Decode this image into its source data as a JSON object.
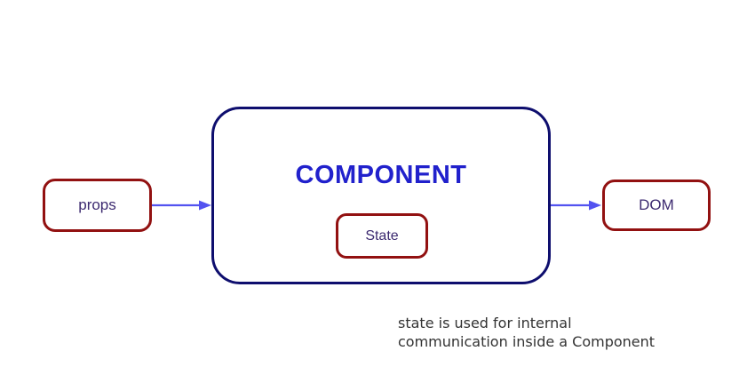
{
  "diagram": {
    "props": {
      "label": "props"
    },
    "component": {
      "title": "COMPONENT"
    },
    "state": {
      "label": "State"
    },
    "dom": {
      "label": "DOM"
    },
    "caption": {
      "line1": "state is used for internal",
      "line2": "communication inside a Component"
    }
  },
  "colors": {
    "red_border": "#921111",
    "navy_border": "#0e0e6e",
    "component_title": "#2121cc",
    "label_text": "#3c2a70",
    "arrow_color": "#5353f0",
    "caption_text": "#333333",
    "canvas_bg": "#ffffff"
  }
}
